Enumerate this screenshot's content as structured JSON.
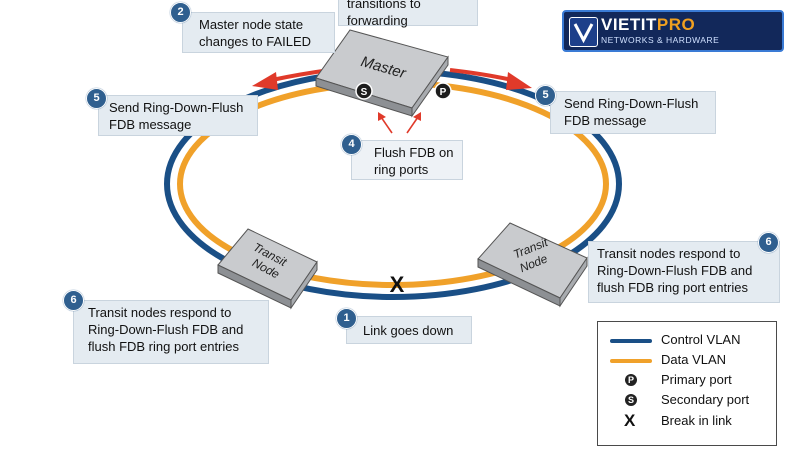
{
  "logo": {
    "name_main": "VIETIT",
    "name_accent": "PRO",
    "tagline": "NETWORKS & HARDWARE"
  },
  "colors": {
    "control_vlan": "#1a4f86",
    "data_vlan": "#f0a12a",
    "badge": "#2f5f8f",
    "callout_bg": "#e4ebf1",
    "arrow": "#e03a2a"
  },
  "nodes": {
    "master": {
      "label": "Master",
      "secondary_port": "S",
      "primary_port": "P"
    },
    "transit_left": {
      "label_line1": "Transit",
      "label_line2": "Node"
    },
    "transit_right": {
      "label_line1": "Transit",
      "label_line2": "Node"
    }
  },
  "break_mark": "X",
  "callouts": {
    "forwarding": {
      "line1": "transitions to",
      "line2": "forwarding"
    },
    "master_failed": {
      "step": "2",
      "line1": "Master node state",
      "line2": "changes to FAILED"
    },
    "flush_left": {
      "step": "5",
      "line1": "Send Ring-Down-Flush",
      "line2": "FDB message"
    },
    "flush_right": {
      "step": "5",
      "line1": "Send Ring-Down-Flush",
      "line2": "FDB message"
    },
    "flush_ports": {
      "step": "4",
      "line1": "Flush FDB on",
      "line2": "ring ports"
    },
    "transit_right": {
      "step": "6",
      "line1": "Transit nodes respond to",
      "line2": "Ring-Down-Flush FDB and",
      "line3": "flush FDB ring port entries"
    },
    "transit_left": {
      "step": "6",
      "line1": "Transit nodes respond to",
      "line2": "Ring-Down-Flush FDB and",
      "line3": "flush FDB ring port entries"
    },
    "link_down": {
      "step": "1",
      "line1": "Link goes down"
    }
  },
  "legend": {
    "control_vlan": "Control VLAN",
    "data_vlan": "Data VLAN",
    "primary_port_symbol": "P",
    "primary_port": "Primary port",
    "secondary_port_symbol": "S",
    "secondary_port": "Secondary port",
    "break_symbol": "X",
    "break_in_link": "Break in link"
  }
}
